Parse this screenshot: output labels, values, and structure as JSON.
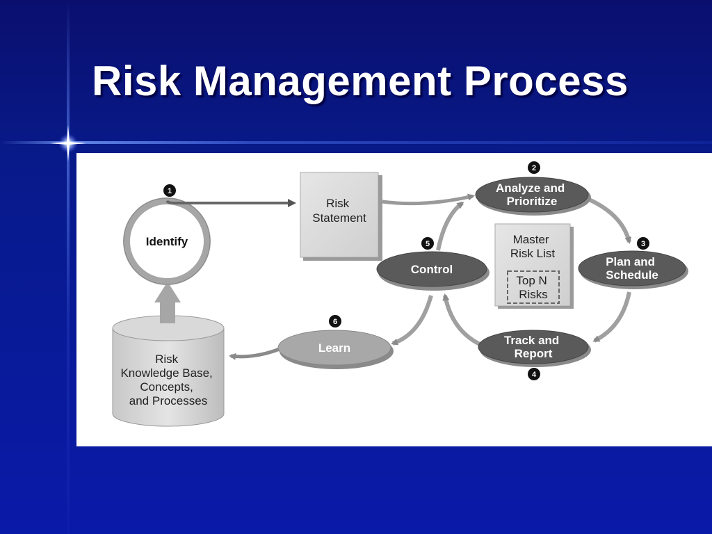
{
  "slide": {
    "title": "Risk Management Process"
  },
  "diagram": {
    "identify": "Identify",
    "risk_statement": [
      "Risk",
      "Statement"
    ],
    "analyze": [
      "Analyze and",
      "Prioritize"
    ],
    "plan": [
      "Plan and",
      "Schedule"
    ],
    "track": [
      "Track and",
      "Report"
    ],
    "control": "Control",
    "learn": "Learn",
    "master_list": [
      "Master",
      "Risk List"
    ],
    "top_n": [
      "Top N",
      "Risks"
    ],
    "knowledge_base": [
      "Risk",
      "Knowledge Base,",
      "Concepts,",
      "and Processes"
    ],
    "step_numbers": [
      "1",
      "2",
      "3",
      "4",
      "5",
      "6"
    ]
  }
}
